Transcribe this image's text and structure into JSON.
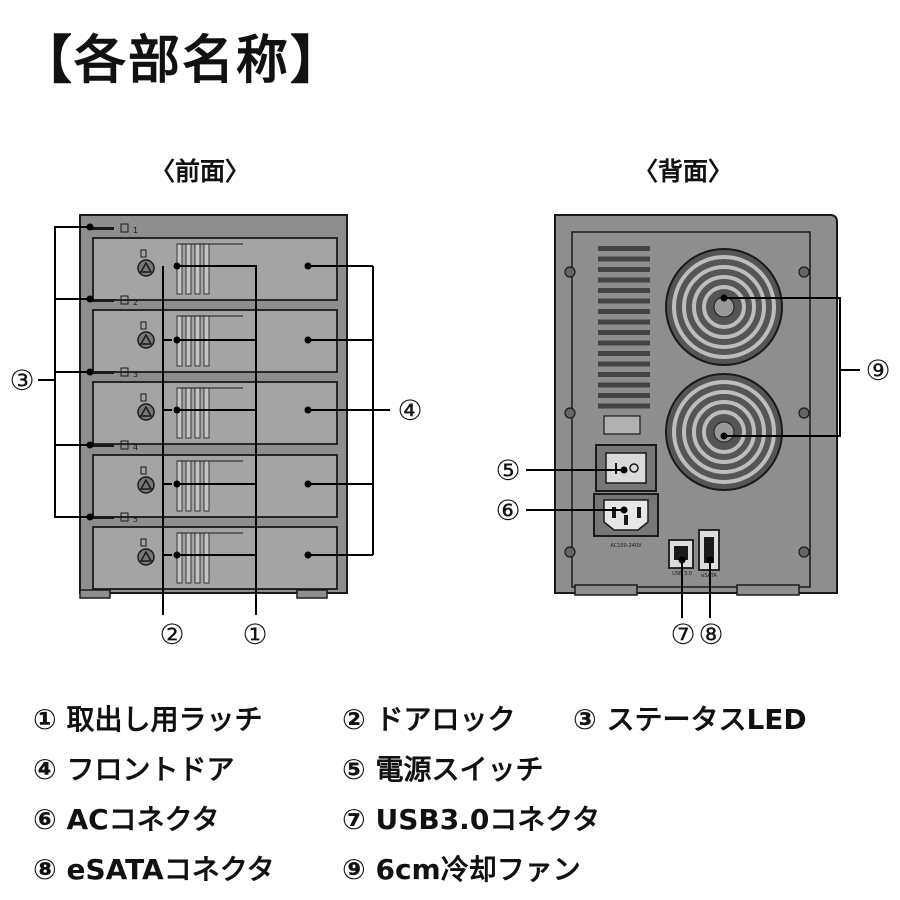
{
  "title": "【各部名称】",
  "views": {
    "front": "〈前面〉",
    "back": "〈背面〉"
  },
  "bay_labels": [
    "1",
    "2",
    "3",
    "4",
    "5"
  ],
  "callouts": [
    "①",
    "②",
    "③",
    "④",
    "⑤",
    "⑥",
    "⑦",
    "⑧",
    "⑨"
  ],
  "ac_label": "AC100-240V",
  "usb_label": "USB 3.0",
  "esata_label": "eSATA",
  "legend": [
    "① 取出し用ラッチ",
    "② ドアロック",
    "③ ステータスLED",
    "④ フロントドア",
    "⑤ 電源スイッチ",
    "⑥ ACコネクタ",
    "⑦ USB3.0コネクタ",
    "⑧ eSATAコネクタ",
    "⑨ 6cm冷却ファン"
  ],
  "colors": {
    "body": "#8e8e8e",
    "panel": "#a4a4a4",
    "outline": "#1a1a1a",
    "leader": "#000000",
    "background": "#ffffff"
  }
}
